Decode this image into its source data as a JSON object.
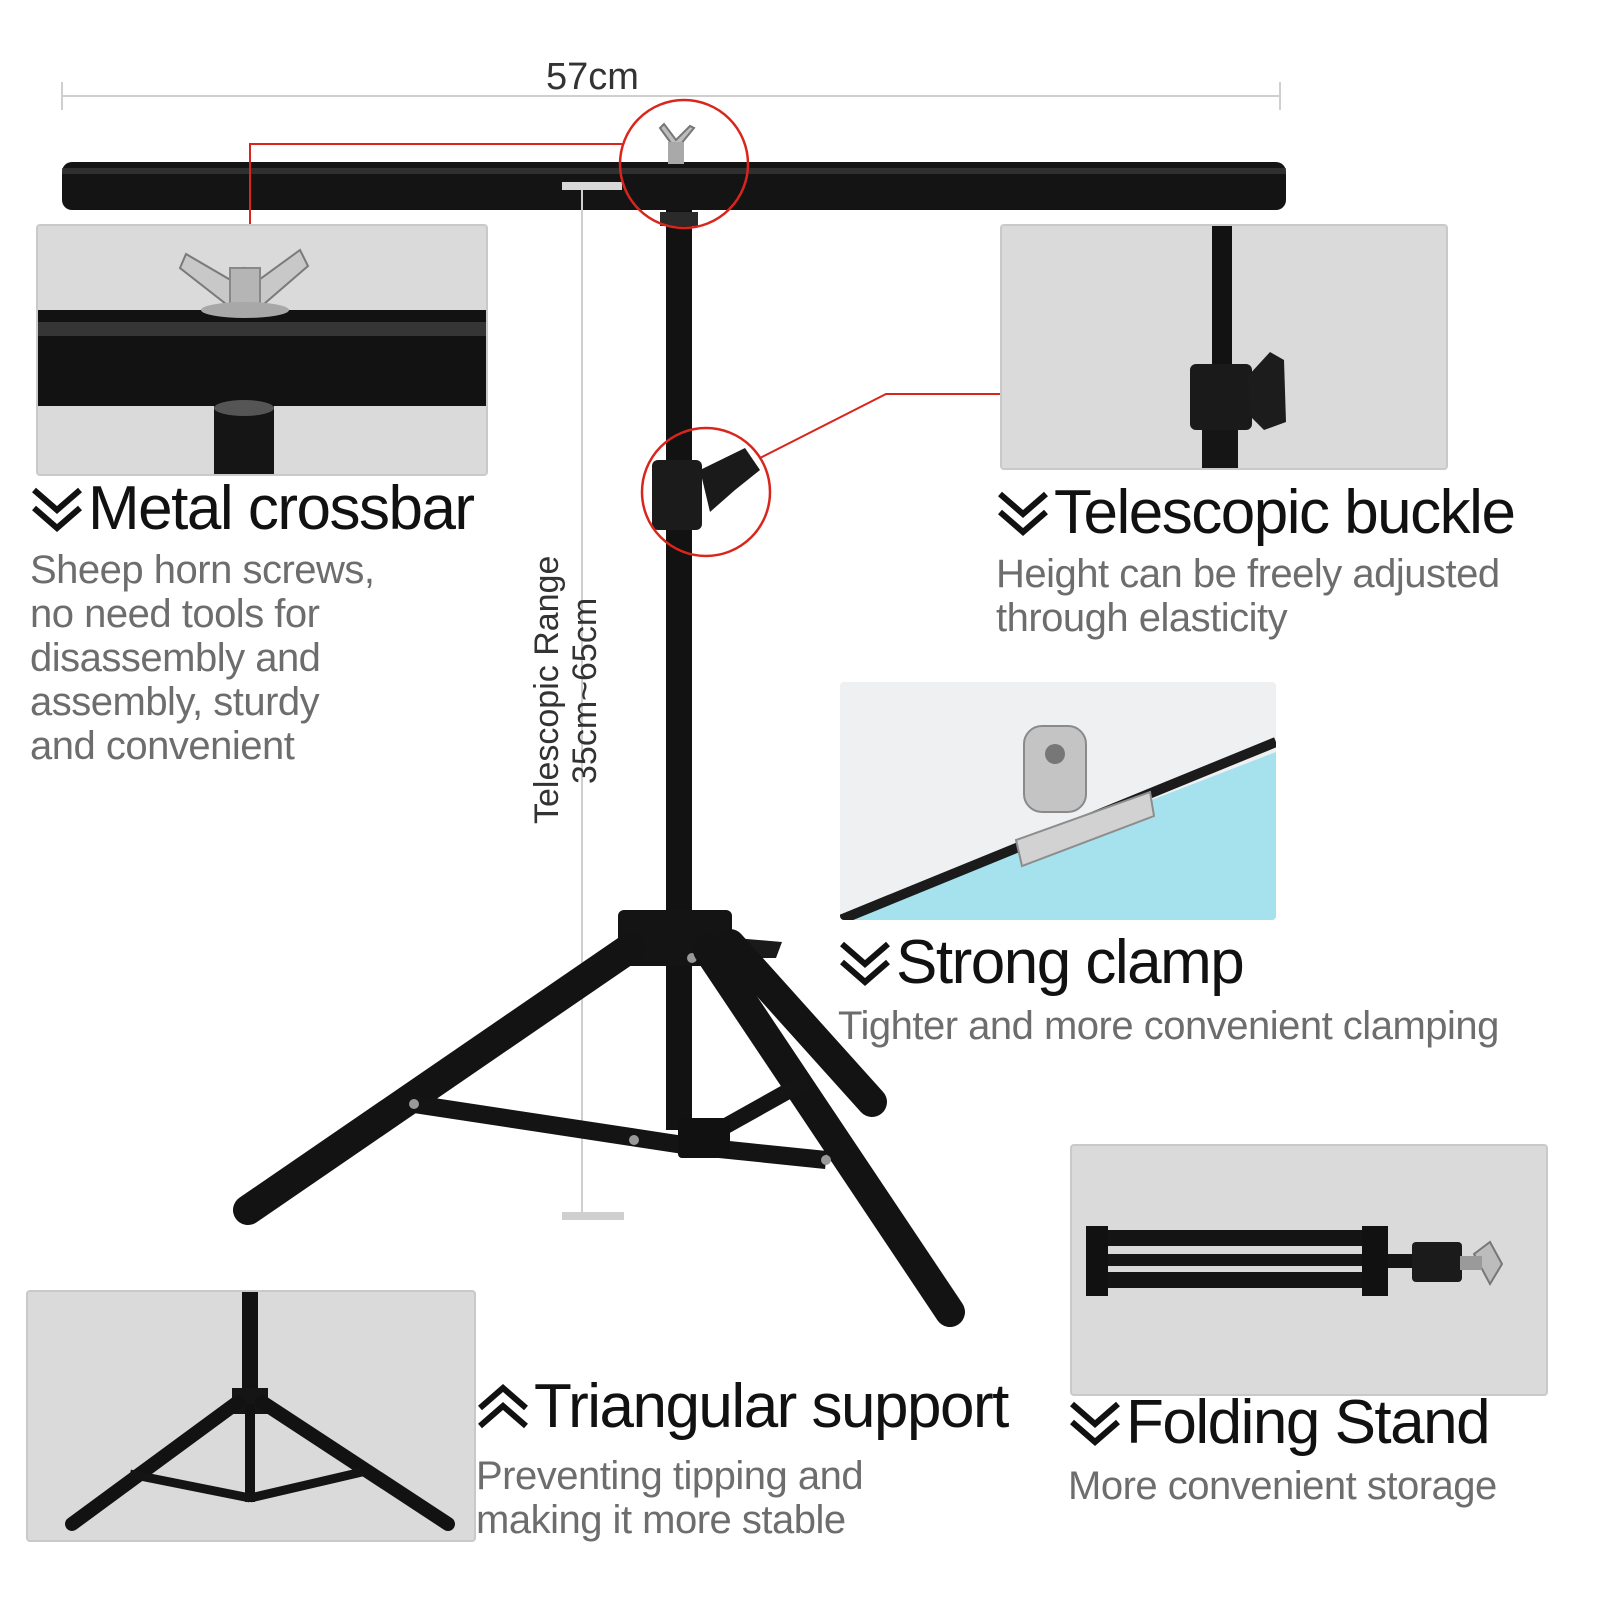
{
  "dimensions": {
    "width_label": "57cm",
    "height_label_line1": "Telescopic Range",
    "height_label_line2": "35cm~65cm"
  },
  "features": {
    "crossbar": {
      "title": "Metal crossbar",
      "description": "Sheep horn screws,\nno need tools for\ndisassembly and\nassembly, sturdy\nand convenient",
      "icon": "double-chevron-down-icon"
    },
    "buckle": {
      "title": "Telescopic buckle",
      "description": "Height can be freely adjusted\nthrough elasticity",
      "icon": "double-chevron-down-icon"
    },
    "clamp": {
      "title": "Strong clamp",
      "description": "Tighter and more convenient clamping",
      "icon": "double-chevron-down-icon"
    },
    "triangle": {
      "title": "Triangular support",
      "description": "Preventing tipping and\nmaking it more stable",
      "icon": "double-chevron-up-icon"
    },
    "folding": {
      "title": "Folding Stand",
      "description": "More convenient storage",
      "icon": "double-chevron-down-icon"
    }
  },
  "colors": {
    "accent_red": "#d9261c",
    "metal_black": "#151515",
    "panel_gray": "#dadada",
    "clamp_backdrop": "#a6e2ee"
  }
}
